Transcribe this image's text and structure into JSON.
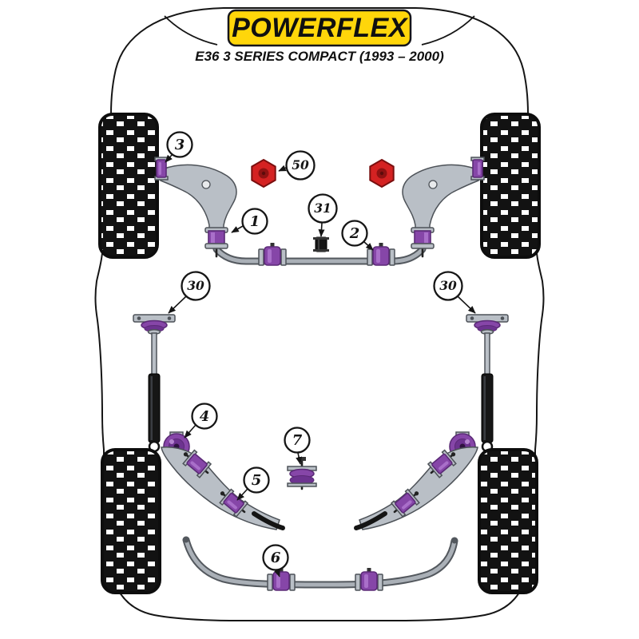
{
  "header": {
    "logo_text": "POWERFLEX",
    "subtitle": "E36 3 SERIES COMPACT (1993 – 2000)"
  },
  "callouts": [
    {
      "label": "3"
    },
    {
      "label": "50"
    },
    {
      "label": "1"
    },
    {
      "label": "31"
    },
    {
      "label": "2"
    },
    {
      "label": "30"
    },
    {
      "label": "30"
    },
    {
      "label": "4"
    },
    {
      "label": "7"
    },
    {
      "label": "5"
    },
    {
      "label": "6"
    }
  ],
  "colors": {
    "purple": "#8646a8",
    "purple_dark": "#5b2a77",
    "purple_mid": "#6d3390",
    "purple_light": "#a96fc9",
    "red": "#d42222",
    "red_dark": "#8f1212",
    "yellow": "#ffd60a",
    "metal": "#b9bfc6",
    "metal_dark": "#4d5258",
    "tire": "#121212",
    "ink": "#151515"
  }
}
